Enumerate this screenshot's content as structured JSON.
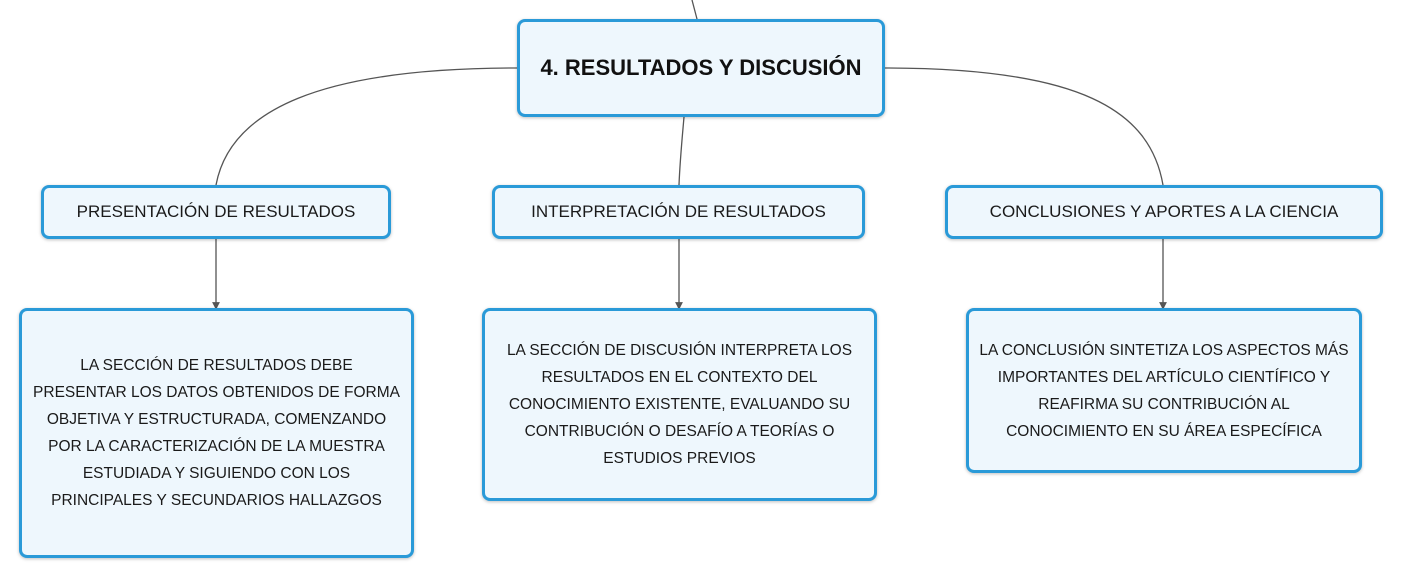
{
  "root": {
    "title": "4. RESULTADOS Y DISCUSIÓN"
  },
  "branches": [
    {
      "label": "PRESENTACIÓN DE RESULTADOS",
      "detail": "LA SECCIÓN DE RESULTADOS DEBE PRESENTAR LOS DATOS OBTENIDOS DE FORMA OBJETIVA Y ESTRUCTURADA, COMENZANDO POR LA CARACTERIZACIÓN DE LA MUESTRA ESTUDIADA Y SIGUIENDO CON LOS PRINCIPALES Y SECUNDARIOS HALLAZGOS"
    },
    {
      "label": "INTERPRETACIÓN DE RESULTADOS",
      "detail": "LA SECCIÓN DE DISCUSIÓN INTERPRETA LOS RESULTADOS EN EL CONTEXTO DEL CONOCIMIENTO EXISTENTE, EVALUANDO SU CONTRIBUCIÓN O DESAFÍO A TEORÍAS O ESTUDIOS PREVIOS"
    },
    {
      "label": "CONCLUSIONES Y APORTES A LA CIENCIA",
      "detail": "LA CONCLUSIÓN SINTETIZA LOS ASPECTOS MÁS IMPORTANTES DEL ARTÍCULO CIENTÍFICO Y REAFIRMA SU CONTRIBUCIÓN AL CONOCIMIENTO EN SU ÁREA ESPECÍFICA"
    }
  ],
  "colors": {
    "node_border": "#2a9ad8",
    "node_fill": "#eef7fd",
    "connector": "#555555"
  }
}
